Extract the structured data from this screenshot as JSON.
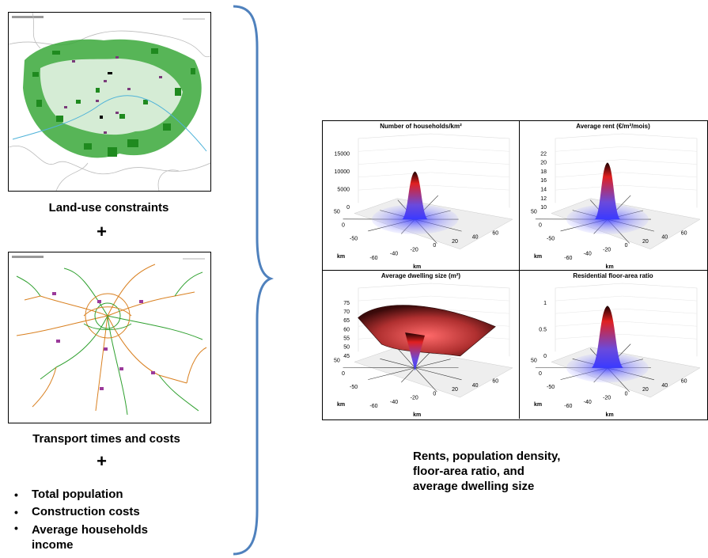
{
  "inputs": {
    "land_use_caption": "Land-use constraints",
    "transport_caption": "Transport times and costs",
    "plus": "+",
    "bullet": "•",
    "list": [
      "Total population",
      "Construction costs",
      "Average households income"
    ]
  },
  "results": {
    "panels": [
      {
        "title": "Number of households/km²",
        "z_ticks": [
          "15000",
          "10000",
          "5000",
          "0"
        ],
        "y_ticks": [
          "50",
          "0",
          "-50"
        ],
        "x_ticks": [
          "-60",
          "-40",
          "-20",
          "0",
          "20",
          "40",
          "60"
        ],
        "axis_label": "km",
        "peak_color": "#e02020"
      },
      {
        "title": "Average rent (€/m²/mois)",
        "z_ticks": [
          "22",
          "20",
          "18",
          "16",
          "14",
          "12",
          "10"
        ],
        "y_ticks": [
          "50",
          "0",
          "-50"
        ],
        "x_ticks": [
          "-60",
          "-40",
          "-20",
          "0",
          "20",
          "40",
          "60"
        ],
        "axis_label": "km",
        "peak_color": "#e02020"
      },
      {
        "title": "Average dwelling size (m²)",
        "z_ticks": [
          "75",
          "70",
          "65",
          "60",
          "55",
          "50",
          "45"
        ],
        "y_ticks": [
          "50",
          "0",
          "-50"
        ],
        "x_ticks": [
          "-60",
          "-40",
          "-20",
          "0",
          "20",
          "40",
          "60"
        ],
        "axis_label": "km",
        "peak_color": "#e02020"
      },
      {
        "title": "Residential floor-area ratio",
        "z_ticks": [
          "1",
          "0.5",
          "0"
        ],
        "y_ticks": [
          "50",
          "0",
          "-50"
        ],
        "x_ticks": [
          "-60",
          "-40",
          "-20",
          "0",
          "20",
          "40",
          "60"
        ],
        "axis_label": "km",
        "peak_color": "#e02020"
      }
    ],
    "caption_lines": [
      "Rents, population density,",
      "floor-area ratio, and",
      "average dwelling size"
    ]
  },
  "colors": {
    "brace": "#4f81bd",
    "vegetation": "#2e9e2e",
    "transport_orange": "#d98020",
    "transport_green": "#2fa02f"
  }
}
